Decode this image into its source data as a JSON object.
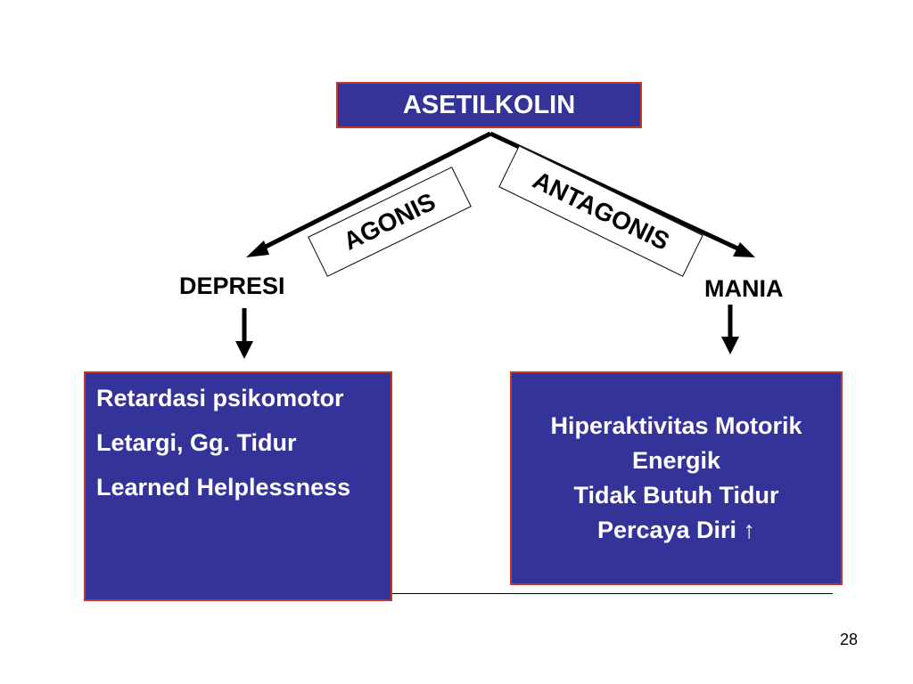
{
  "diagram": {
    "root": "ASETILKOLIN",
    "branches": {
      "agonis": "AGONIS",
      "antagonis": "ANTAGONIS"
    },
    "outcomes": {
      "left": "DEPRESI",
      "right": "MANIA"
    },
    "left_box": {
      "lines": [
        "Retardasi psikomotor",
        "Letargi, Gg. Tidur",
        "Learned Helplessness"
      ]
    },
    "right_box": {
      "lines": [
        "Hiperaktivitas Motorik",
        "Energik",
        "Tidak Butuh Tidur",
        "Percaya Diri ↑"
      ]
    }
  },
  "footer": {
    "page_number": "28"
  },
  "colors": {
    "box_fill": "#333399",
    "box_border": "#c0392b"
  }
}
